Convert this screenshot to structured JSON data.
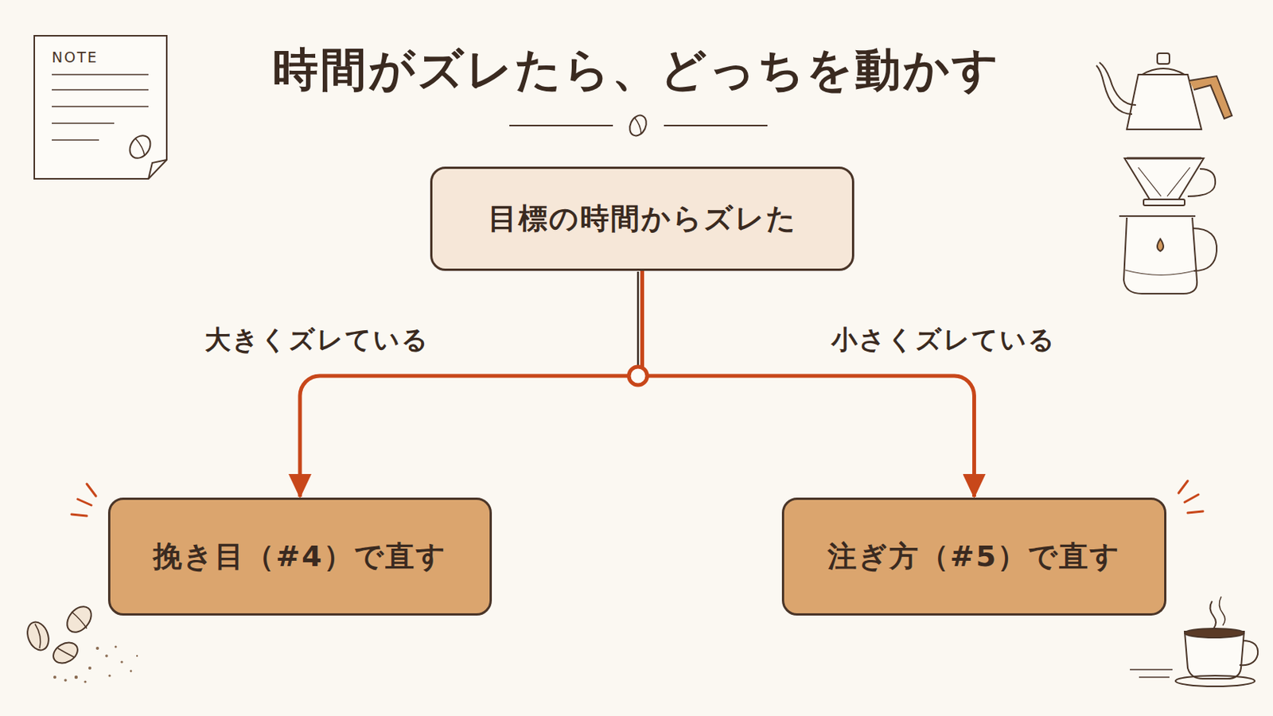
{
  "diagram": {
    "title": "時間がズレたら、どっちを動かす",
    "nodes": [
      {
        "text": [
          "目標の時間からズレた"
        ]
      },
      {
        "text": [
          "挽き目（#4）で直す"
        ]
      },
      {
        "text": [
          "注ぎ方（#5）で直す"
        ]
      }
    ],
    "edges": [
      {
        "from": 0,
        "to": 1,
        "arrow": "to",
        "label": "大きくズレている"
      },
      {
        "from": 0,
        "to": 2,
        "arrow": "to",
        "label": "小さくズレている"
      }
    ],
    "labels": [
      "NOTE"
    ]
  }
}
